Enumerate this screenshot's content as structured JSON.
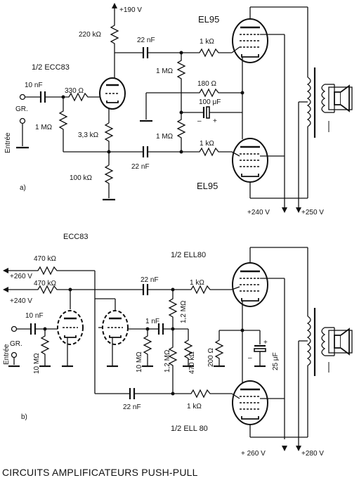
{
  "circuit_a": {
    "panel_label": "a)",
    "supply_top": "+190 V",
    "r_220k": "220 kΩ",
    "c_22nF_top": "22 nF",
    "r_1k_top": "1 kΩ",
    "tube_top": "EL95",
    "tube_driver": "1/2 ECC83",
    "c_10nF": "10 nF",
    "r_330": "330 Ω",
    "r_1M_a": "1 MΩ",
    "r_180": "180 Ω",
    "c_100uF": "100 μF",
    "gr": "GR.",
    "input": "Entrée",
    "r_1M_in": "1 MΩ",
    "r_3k3": "3,3 kΩ",
    "r_1M_b": "1 MΩ",
    "r_1k_bot": "1 kΩ",
    "c_22nF_bot": "22 nF",
    "r_100k": "100 kΩ",
    "tube_bot": "EL95",
    "supply_240": "+240 V",
    "supply_250": "+250 V"
  },
  "circuit_b": {
    "panel_label": "b)",
    "tube_driver": "ECC83",
    "r_470k_a": "470 kΩ",
    "supply_260": "+260 V",
    "r_470k_b": "470 kΩ",
    "supply_240": "+240 V",
    "tube_top": "1/2 ELL80",
    "c_22nF_top": "22 nF",
    "r_1k_top": "1 kΩ",
    "c_10nF": "10 nF",
    "c_1nF": "1 nF",
    "r_1M2_top": "1,2 MΩ",
    "gr": "GR.",
    "input": "Entrée",
    "r_10M_a": "10 MΩ",
    "r_10M_b": "10 MΩ",
    "r_1M2_bot": "1,2 MΩ",
    "r_470k_c": "470 kΩ",
    "r_200": "200 Ω",
    "c_25uF": "25 μF",
    "c_22nF_bot": "22 nF",
    "r_1k_bot": "1 kΩ",
    "tube_bot": "1/2 ELL 80",
    "supply_260_bot": "+ 260 V",
    "supply_280": "+280 V"
  },
  "caption": "CIRCUITS AMPLIFICATEURS PUSH-PULL"
}
